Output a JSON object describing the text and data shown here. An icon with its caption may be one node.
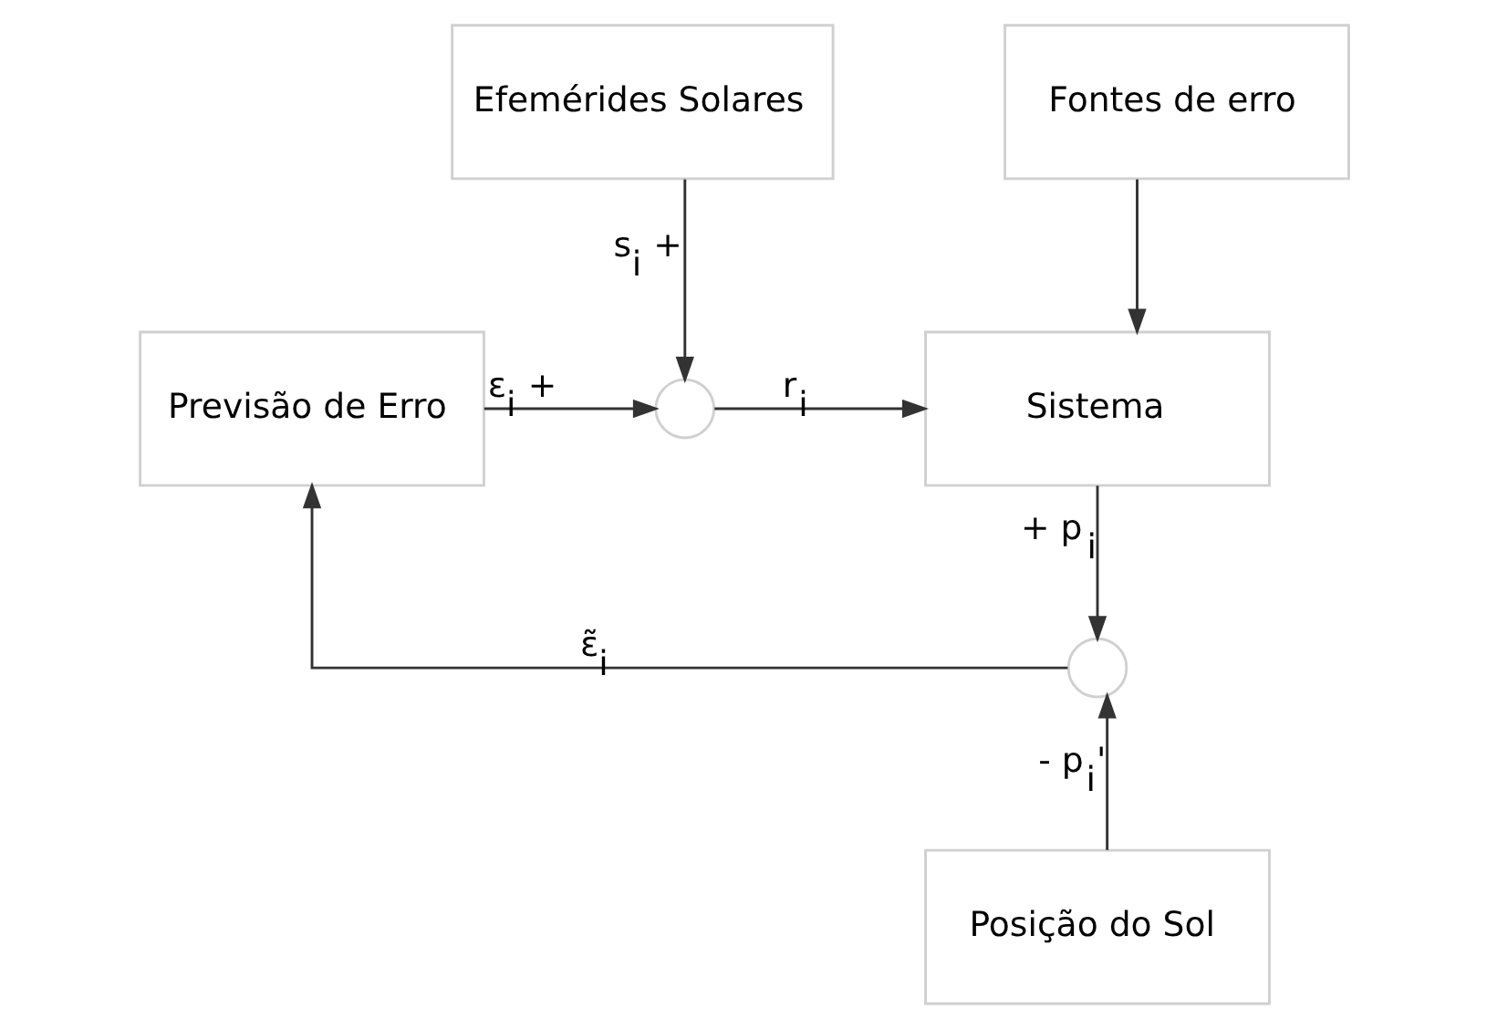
{
  "diagram": {
    "nodes": [
      {
        "text": [
          "Efemérides Solares"
        ]
      },
      {
        "text": [
          "Fontes de erro"
        ]
      },
      {
        "text": [
          "Previsão de Erro"
        ]
      },
      {
        "text": [],
        "shape": "circle"
      },
      {
        "text": [
          "Sistema"
        ]
      },
      {
        "text": [],
        "shape": "circle"
      },
      {
        "text": [
          "Posição do Sol"
        ]
      }
    ],
    "edges": [
      {
        "from": 0,
        "to": 3,
        "arrow": "to",
        "label": "s$_{i}$ +"
      },
      {
        "from": 1,
        "to": 4,
        "arrow": "to"
      },
      {
        "from": 2,
        "to": 3,
        "arrow": "to",
        "label": "ε$_{i}$ +"
      },
      {
        "from": 3,
        "to": 4,
        "arrow": "to",
        "label": "r$_{i}$"
      },
      {
        "from": 4,
        "to": 5,
        "arrow": "to",
        "label": "+ p$_{i}$"
      },
      {
        "from": 6,
        "to": 5,
        "arrow": "to",
        "label": "- p$_{i}$'"
      },
      {
        "from": 5,
        "to": 2,
        "arrow": "to",
        "label": "ε̃$_{i}$"
      }
    ]
  }
}
